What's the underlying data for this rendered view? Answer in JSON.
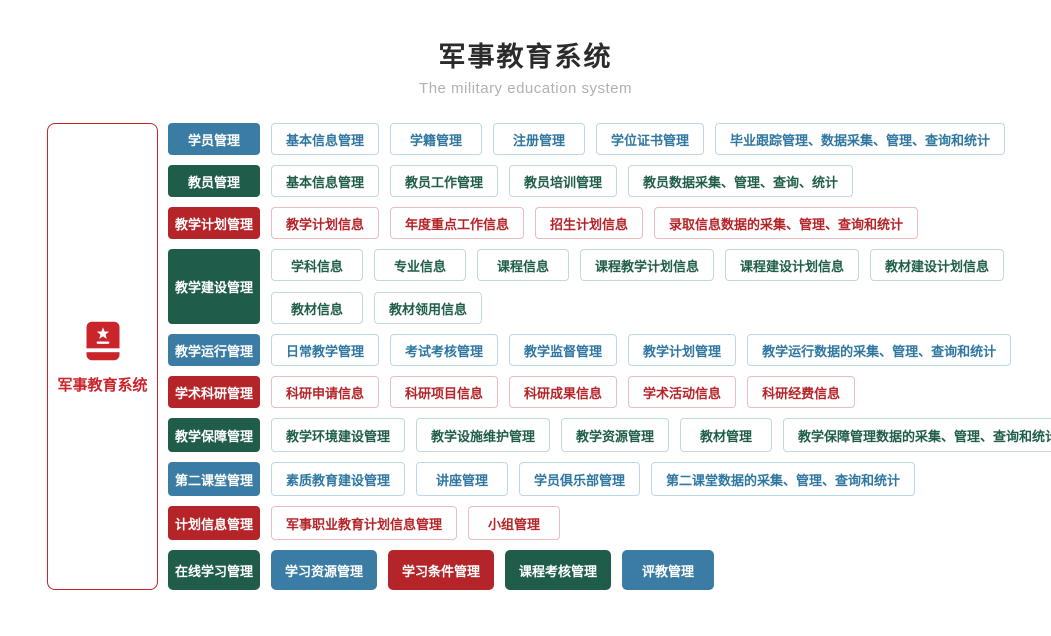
{
  "header": {
    "title": "军事教育系统",
    "subtitle": "The military education system"
  },
  "root": {
    "label": "军事教育系统",
    "icon": "book-star-icon"
  },
  "colors": {
    "blue": "#3a7ca4",
    "green": "#1f5d4a",
    "red": "#b42428",
    "blue_outline_text": "#2f77a1",
    "blue_outline_border": "#bdd7e7",
    "green_outline_border": "#c0dbd1",
    "red_outline_border": "#ecbcbe",
    "root_red": "#cc2229",
    "title_text": "#2b2b2b",
    "subtitle_text": "#b1b1b1"
  },
  "modules": [
    {
      "label": "学员管理",
      "color": "blue",
      "rows": [
        [
          {
            "label": "基本信息管理"
          },
          {
            "label": "学籍管理"
          },
          {
            "label": "注册管理"
          },
          {
            "label": "学位证书管理"
          },
          {
            "label": "毕业跟踪管理、数据采集、管理、查询和统计"
          }
        ]
      ]
    },
    {
      "label": "教员管理",
      "color": "green",
      "rows": [
        [
          {
            "label": "基本信息管理"
          },
          {
            "label": "教员工作管理"
          },
          {
            "label": "教员培训管理"
          },
          {
            "label": "教员数据采集、管理、查询、统计"
          }
        ]
      ]
    },
    {
      "label": "教学计划管理",
      "color": "red",
      "rows": [
        [
          {
            "label": "教学计划信息"
          },
          {
            "label": "年度重点工作信息"
          },
          {
            "label": "招生计划信息"
          },
          {
            "label": "录取信息数据的采集、管理、查询和统计"
          }
        ]
      ]
    },
    {
      "label": "教学建设管理",
      "color": "green",
      "rows": [
        [
          {
            "label": "学科信息"
          },
          {
            "label": "专业信息"
          },
          {
            "label": "课程信息"
          },
          {
            "label": "课程教学计划信息"
          },
          {
            "label": "课程建设计划信息"
          },
          {
            "label": "教材建设计划信息"
          }
        ],
        [
          {
            "label": "教材信息"
          },
          {
            "label": "教材领用信息"
          }
        ]
      ]
    },
    {
      "label": "教学运行管理",
      "color": "blue",
      "rows": [
        [
          {
            "label": "日常教学管理"
          },
          {
            "label": "考试考核管理"
          },
          {
            "label": "教学监督管理"
          },
          {
            "label": "教学计划管理"
          },
          {
            "label": "教学运行数据的采集、管理、查询和统计"
          }
        ]
      ]
    },
    {
      "label": "学术科研管理",
      "color": "red",
      "rows": [
        [
          {
            "label": "科研申请信息"
          },
          {
            "label": "科研项目信息"
          },
          {
            "label": "科研成果信息"
          },
          {
            "label": "学术活动信息"
          },
          {
            "label": "科研经费信息"
          }
        ]
      ]
    },
    {
      "label": "教学保障管理",
      "color": "green",
      "rows": [
        [
          {
            "label": "教学环境建设管理"
          },
          {
            "label": "教学设施维护管理"
          },
          {
            "label": "教学资源管理"
          },
          {
            "label": "教材管理"
          },
          {
            "label": "教学保障管理数据的采集、管理、查询和统计"
          }
        ]
      ]
    },
    {
      "label": "第二课堂管理",
      "color": "blue",
      "rows": [
        [
          {
            "label": "素质教育建设管理"
          },
          {
            "label": "讲座管理"
          },
          {
            "label": "学员俱乐部管理"
          },
          {
            "label": "第二课堂数据的采集、管理、查询和统计"
          }
        ]
      ]
    },
    {
      "label": "计划信息管理",
      "color": "red",
      "rows": [
        [
          {
            "label": "军事职业教育计划信息管理"
          },
          {
            "label": "小组管理"
          }
        ]
      ]
    },
    {
      "label": "在线学习管理",
      "color": "green",
      "rows": [
        [
          {
            "label": "学习资源管理",
            "filled": true,
            "color": "blue"
          },
          {
            "label": "学习条件管理",
            "filled": true,
            "color": "red"
          },
          {
            "label": "课程考核管理",
            "filled": true,
            "color": "green"
          },
          {
            "label": "评教管理",
            "filled": true,
            "color": "blue"
          }
        ]
      ]
    }
  ]
}
